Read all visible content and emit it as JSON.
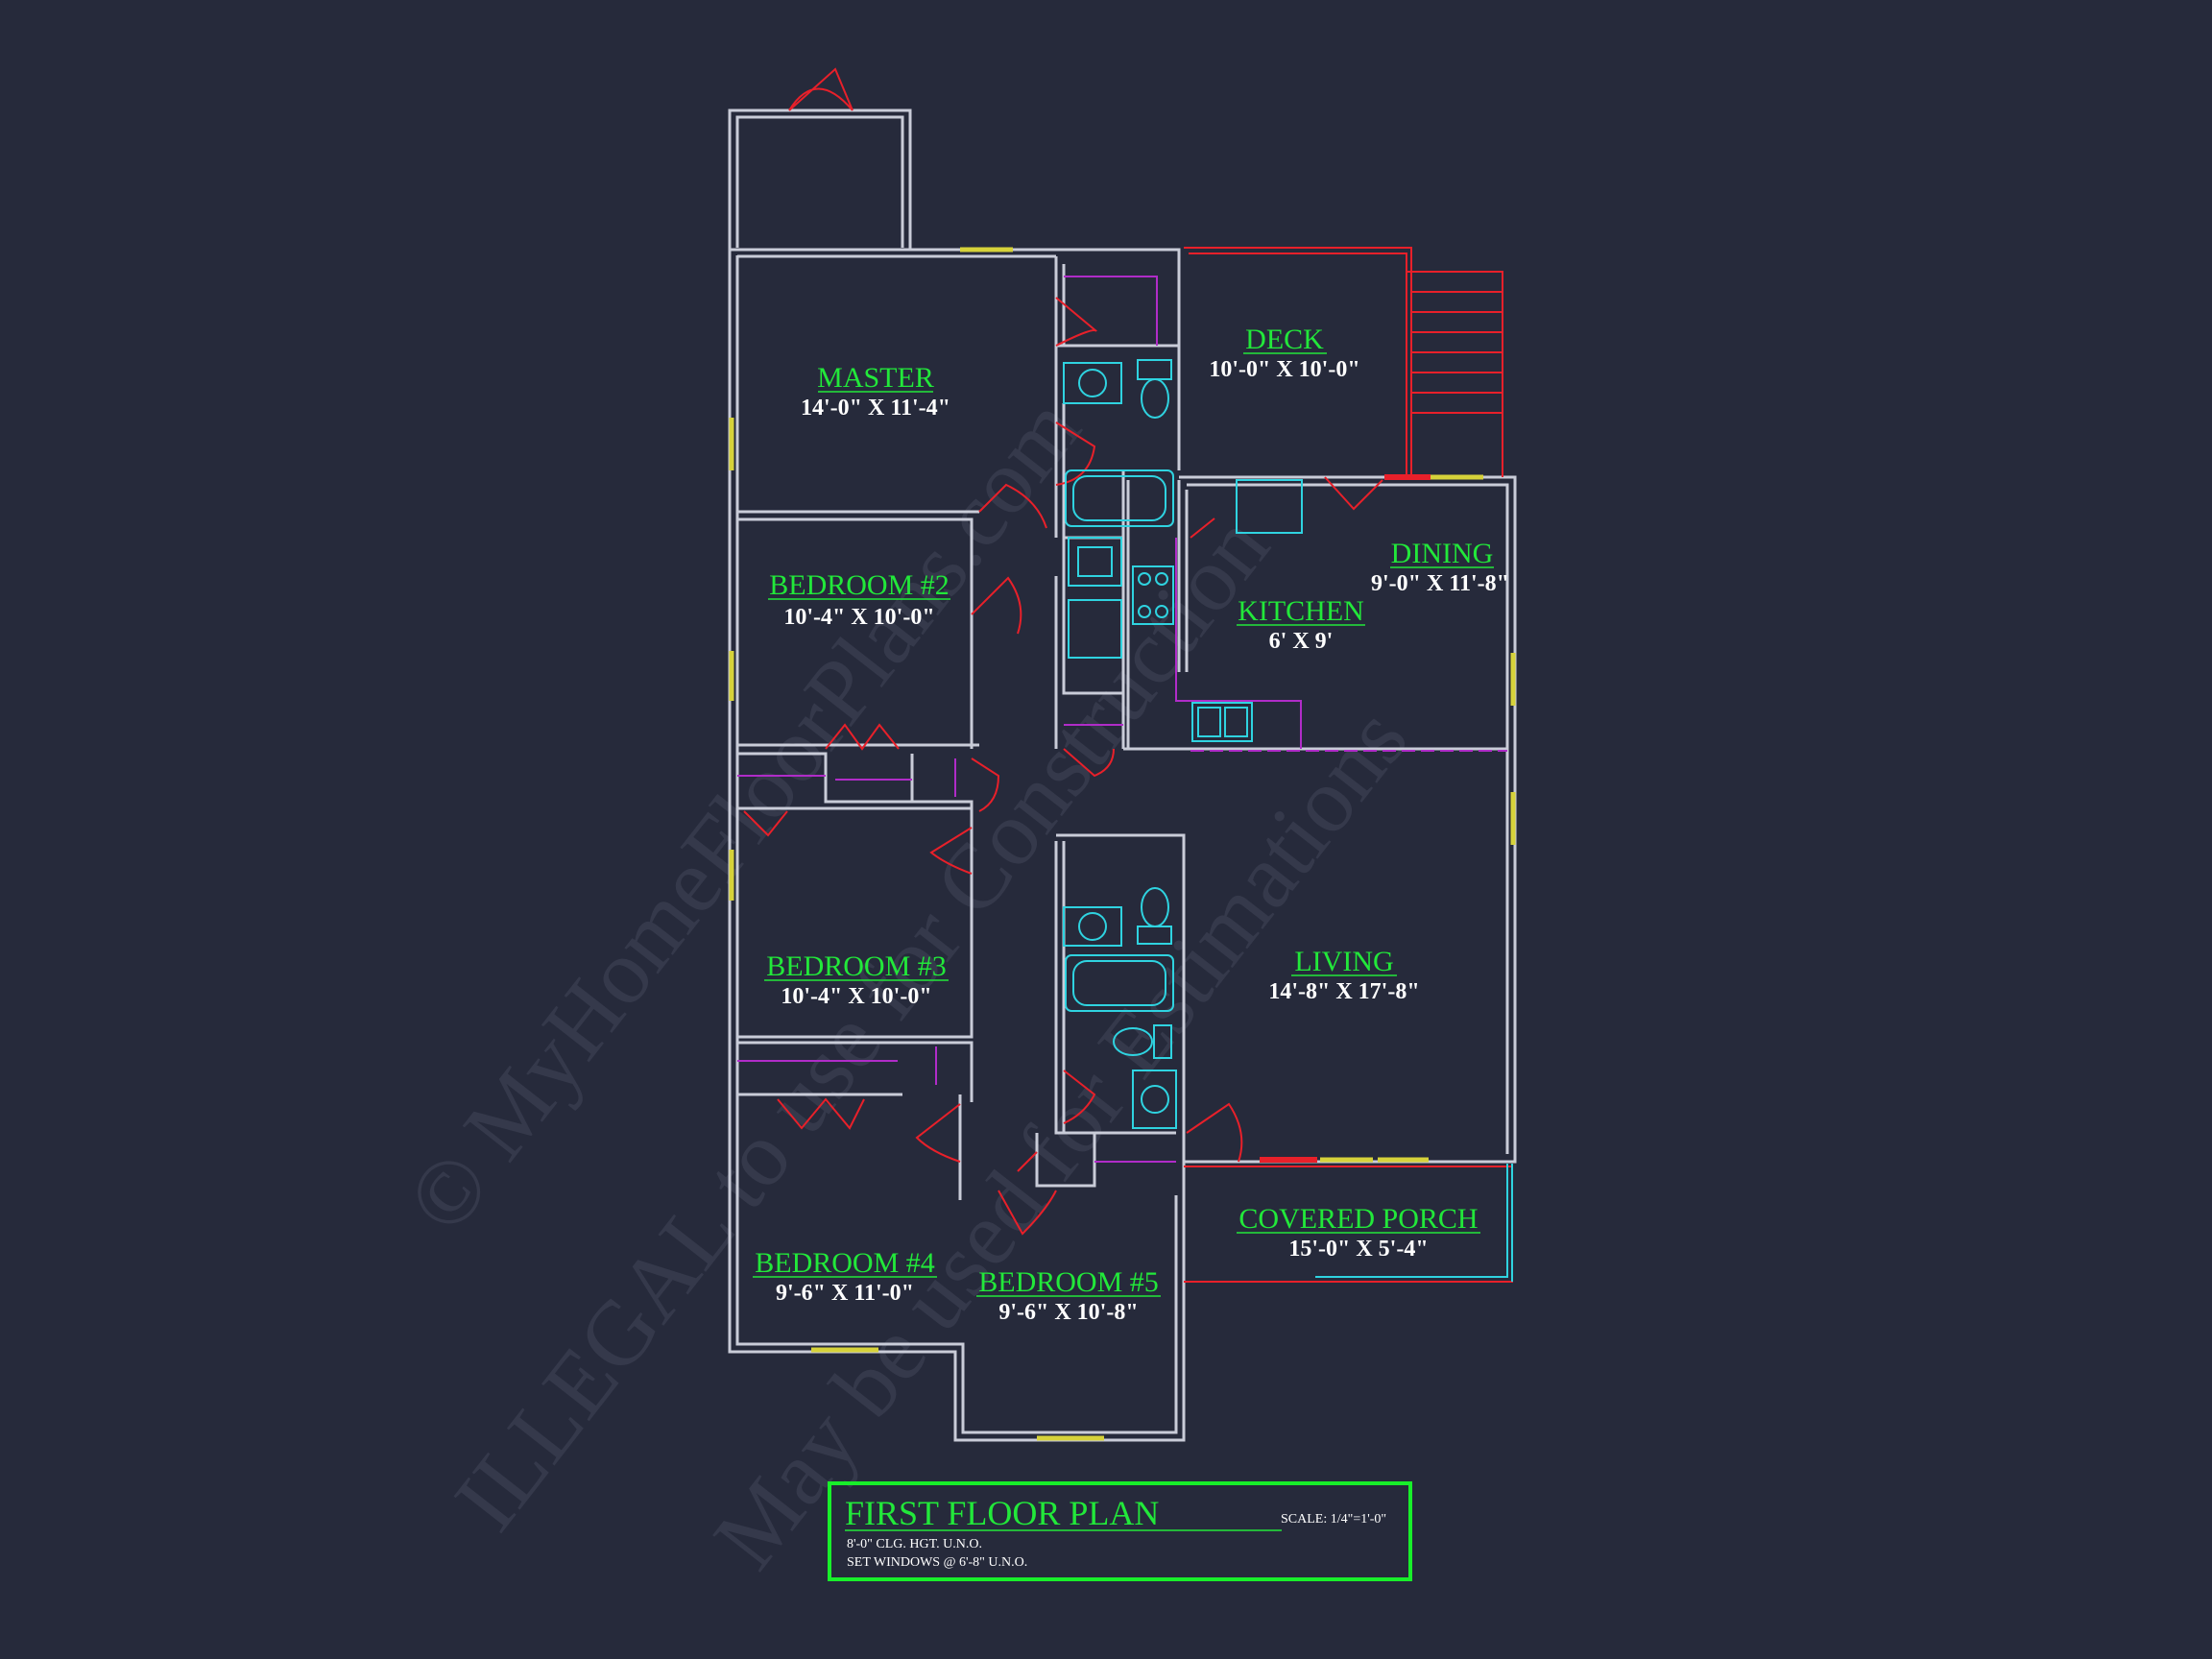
{
  "plan": {
    "rooms": [
      {
        "id": "master",
        "name": "MASTER",
        "size": "14'-0\" X 11'-4\""
      },
      {
        "id": "deck",
        "name": "DECK",
        "size": "10'-0\" X 10'-0\""
      },
      {
        "id": "bedroom2",
        "name": "BEDROOM #2",
        "size": "10'-4\" X 10'-0\""
      },
      {
        "id": "dining",
        "name": "DINING",
        "size": "9'-0\" X 11'-8\""
      },
      {
        "id": "kitchen",
        "name": "KITCHEN",
        "size": "6' X 9'"
      },
      {
        "id": "bedroom3",
        "name": "BEDROOM #3",
        "size": "10'-4\" X 10'-0\""
      },
      {
        "id": "living",
        "name": "LIVING",
        "size": "14'-8\" X 17'-8\""
      },
      {
        "id": "porch",
        "name": "COVERED PORCH",
        "size": "15'-0\" X 5'-4\""
      },
      {
        "id": "bedroom4",
        "name": "BEDROOM #4",
        "size": "9'-6\" X 11'-0\""
      },
      {
        "id": "bedroom5",
        "name": "BEDROOM #5",
        "size": "9'-6\" X 10'-8\""
      }
    ]
  },
  "title_block": {
    "title": "FIRST FLOOR PLAN",
    "scale": "SCALE: 1/4\"=1'-0\"",
    "note1": "8'-0\" CLG. HGT. U.N.O.",
    "note2": "SET WINDOWS @ 6'-8\" U.N.O."
  },
  "watermark": {
    "line1": "© MyHomeFloorPlans.com",
    "line2": "ILLEGAL to use for Construction",
    "line3": "May be used for Estimations"
  },
  "colors": {
    "background": "#262a3b",
    "walls": "#c9ccd8",
    "doors": "#e8202a",
    "windows": "#d6d23a",
    "fixtures": "#2fd3e0",
    "cabinets": "#b02cc8",
    "labels": "#22e83a",
    "title_border": "#18ef2a"
  }
}
